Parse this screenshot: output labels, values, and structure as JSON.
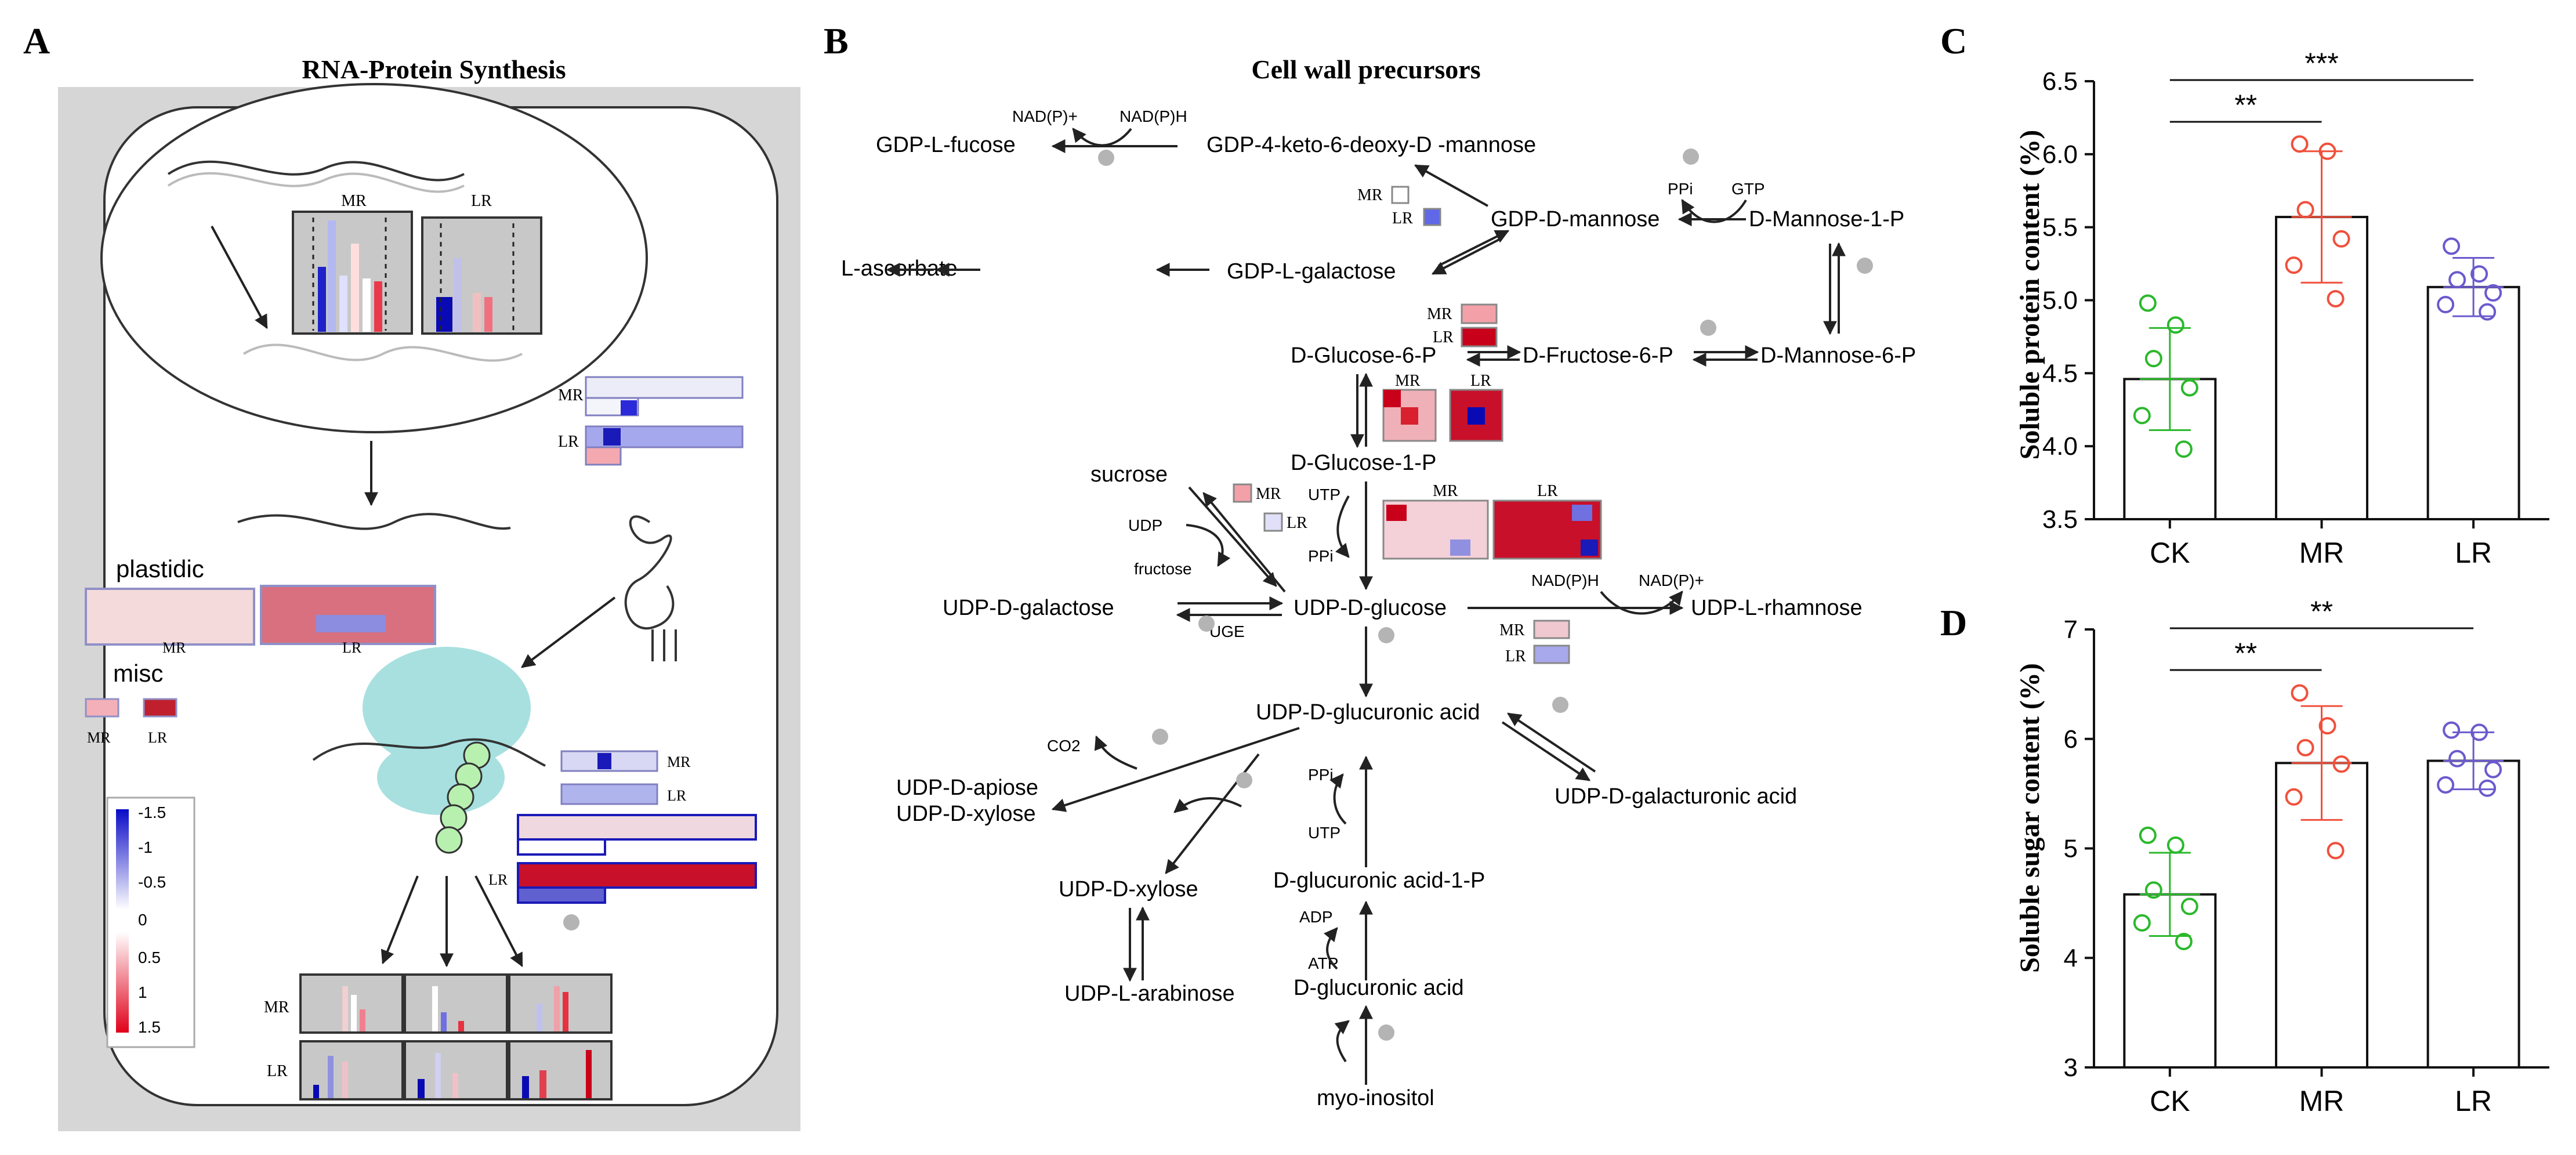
{
  "panels": {
    "a": {
      "letter": "A",
      "title": "RNA-Protein Synthesis",
      "labels": [
        "MR",
        "LR",
        "MR",
        "LR",
        "plastidic",
        "MR",
        "LR",
        "misc",
        "MR",
        "LR",
        "MR",
        "LR",
        "MR",
        "LR",
        "MR",
        "LR"
      ],
      "legend_ticks": [
        "-1.5",
        "-1",
        "-0.5",
        "0",
        "0.5",
        "1",
        "1.5"
      ]
    },
    "b": {
      "letter": "B",
      "title": "Cell wall precursors",
      "nodes": [
        "GDP-L-fucose",
        "GDP-4-keto-6-deoxy-D -mannose",
        "L-ascorbate",
        "GDP-L-galactose",
        "GDP-D-mannose",
        "D-Mannose-1-P",
        "D-Glucose-6-P",
        "D-Fructose-6-P",
        "D-Mannose-6-P",
        "D-Glucose-1-P",
        "sucrose",
        "UDP-D-galactose",
        "UDP-D-glucose",
        "UDP-L-rhamnose",
        "UDP-D-glucuronic acid",
        "UDP-D-apiose",
        "UDP-D-xylose",
        "UDP-D-galacturonic acid",
        "UDP-D-xylose",
        "D-glucuronic acid-1-P",
        "UDP-L-arabinose",
        "D-glucuronic acid",
        "myo-inositol"
      ],
      "small_labels": [
        "NAD(P)+",
        "NAD(P)H",
        "PPi",
        "GTP",
        "UTP",
        "UDP",
        "PPi",
        "fructose",
        "UGE",
        "NAD(P)H",
        "NAD(P)+",
        "CO2",
        "PPi",
        "UTP",
        "ADP",
        "ATP"
      ],
      "heat_labels": [
        "MR",
        "LR",
        "MR",
        "LR",
        "MR",
        "LR",
        "MR",
        "LR",
        "MR",
        "LR",
        "MR",
        "LR"
      ]
    }
  },
  "chart_data": [
    {
      "panel": "C",
      "type": "bar",
      "categories": [
        "CK",
        "MR",
        "LR"
      ],
      "values": [
        4.46,
        5.57,
        5.09
      ],
      "error": [
        0.35,
        0.45,
        0.2
      ],
      "points": [
        [
          4.98,
          4.83,
          4.6,
          4.4,
          4.21,
          3.98
        ],
        [
          6.07,
          6.02,
          5.62,
          5.42,
          5.24,
          5.01
        ],
        [
          5.37,
          5.18,
          5.14,
          5.05,
          4.97,
          4.92
        ]
      ],
      "ylabel": "Soluble protein content (%)",
      "ylim": [
        3.5,
        6.5
      ],
      "yticks": [
        "3.5",
        "4.0",
        "4.5",
        "5.0",
        "5.5",
        "6.0",
        "6.5"
      ],
      "significance": [
        {
          "from": "CK",
          "to": "MR",
          "label": "**"
        },
        {
          "from": "CK",
          "to": "LR",
          "label": "***"
        }
      ],
      "colors": {
        "CK": "#2bb82b",
        "MR": "#f0503c",
        "LR": "#6a5acd"
      }
    },
    {
      "panel": "D",
      "type": "bar",
      "categories": [
        "CK",
        "MR",
        "LR"
      ],
      "values": [
        4.58,
        5.78,
        5.8
      ],
      "error": [
        0.38,
        0.52,
        0.26
      ],
      "points": [
        [
          5.12,
          5.03,
          4.62,
          4.47,
          4.32,
          4.15
        ],
        [
          6.42,
          6.12,
          5.92,
          5.77,
          5.47,
          4.98
        ],
        [
          6.08,
          6.06,
          5.82,
          5.72,
          5.58,
          5.55
        ]
      ],
      "ylabel": "Soluble sugar content (%)",
      "ylim": [
        3,
        7
      ],
      "yticks": [
        "3",
        "4",
        "5",
        "6",
        "7"
      ],
      "significance": [
        {
          "from": "CK",
          "to": "MR",
          "label": "**"
        },
        {
          "from": "CK",
          "to": "LR",
          "label": "**"
        }
      ],
      "colors": {
        "CK": "#2bb82b",
        "MR": "#f0503c",
        "LR": "#6a5acd"
      }
    }
  ]
}
